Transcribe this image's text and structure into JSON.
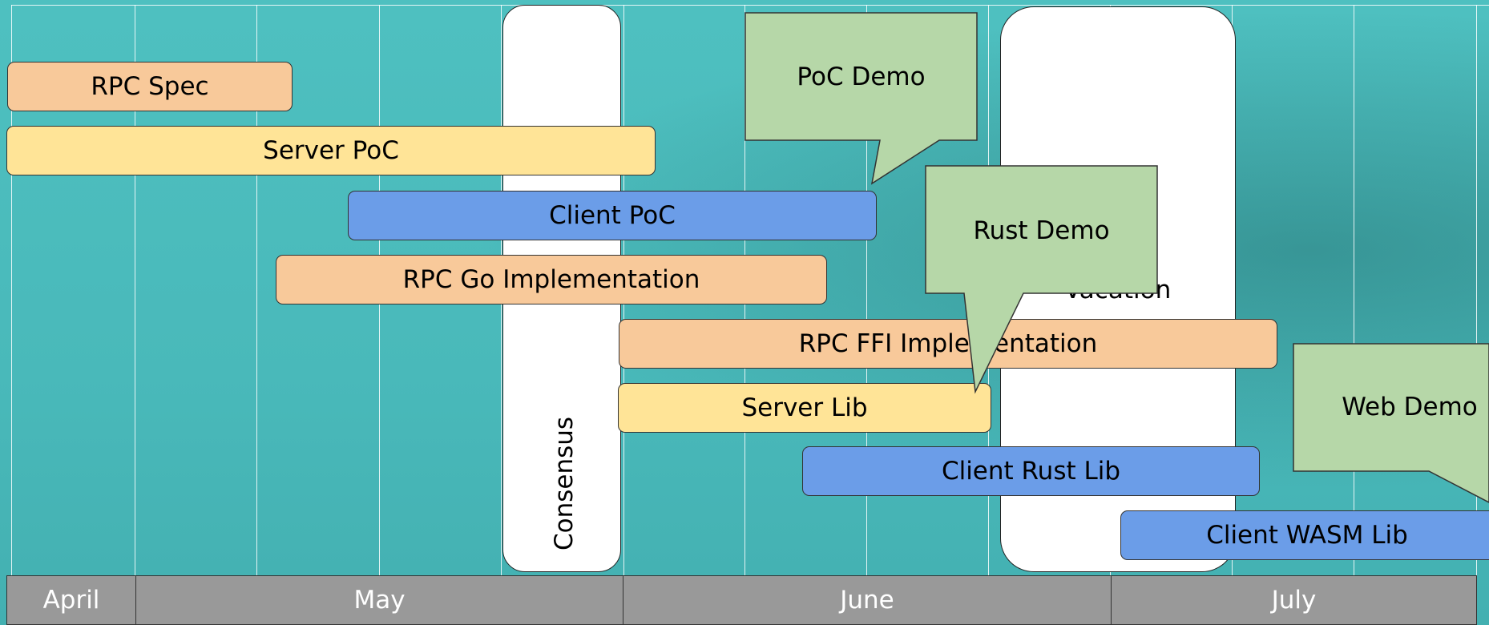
{
  "colors": {
    "background": "#4bbcbd",
    "orange": "#f8c99a",
    "yellow": "#ffe497",
    "blue": "#6b9de8",
    "green": "#b6d7a8",
    "month_bar": "#999999"
  },
  "bands": {
    "consensus": "Consensus",
    "vacation": "Vacation"
  },
  "tasks": {
    "rpc_spec": "RPC Spec",
    "server_poc": "Server PoC",
    "client_poc": "Client PoC",
    "rpc_go": "RPC Go Implementation",
    "rpc_ffi": "RPC FFI Implementation",
    "server_lib": "Server Lib",
    "client_rust_lib": "Client Rust Lib",
    "client_wasm_lib": "Client WASM Lib"
  },
  "callouts": {
    "poc_demo": "PoC Demo",
    "rust_demo": "Rust Demo",
    "web_demo": "Web Demo"
  },
  "months": {
    "april": "April",
    "may": "May",
    "june": "June",
    "july": "July"
  }
}
